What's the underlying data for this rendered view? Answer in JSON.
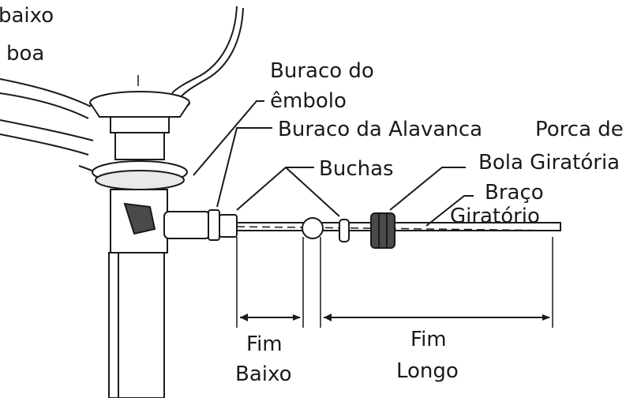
{
  "labels": {
    "top_left_line1": "baixo",
    "top_left_line2": "boa",
    "buraco_do": "Buraco do",
    "embolo": "êmbolo",
    "buraco_alavanca": "Buraco da Alavanca",
    "porca_de": "Porca de",
    "bola_giratoria": "Bola Giratória",
    "buchas": "Buchas",
    "braco": "Braço",
    "giratorio": "Giratório",
    "fim_baixo_1": "Fim",
    "fim_baixo_2": "Baixo",
    "fim_longo_1": "Fim",
    "fim_longo_2": "Longo"
  }
}
